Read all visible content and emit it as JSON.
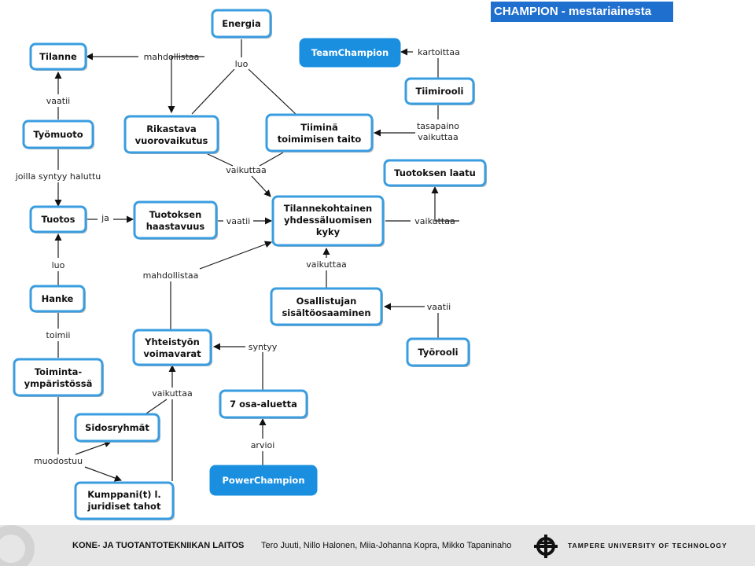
{
  "header": {
    "title": "CHAMPION - mestariainesta"
  },
  "nodes": {
    "energia": [
      "Energia"
    ],
    "tilanne": [
      "Tilanne"
    ],
    "teamchampion": [
      "TeamChampion"
    ],
    "tiimirooli": [
      "Tiimirooli"
    ],
    "tyomuoto": [
      "Työmuoto"
    ],
    "rikastava": [
      "Rikastava",
      "vuorovaikutus"
    ],
    "tiimina": [
      "Tiiminä",
      "toimimisen taito"
    ],
    "tuotoksen_laatu": [
      "Tuotoksen laatu"
    ],
    "tuotos": [
      "Tuotos"
    ],
    "haastavuus": [
      "Tuotoksen",
      "haastavuus"
    ],
    "tilannekohtainen": [
      "Tilannekohtainen",
      "yhdessäluomisen",
      "kyky"
    ],
    "hanke": [
      "Hanke"
    ],
    "osallistujan": [
      "Osallistujan",
      "sisältöosaaminen"
    ],
    "tyorooli": [
      "Työrooli"
    ],
    "yhteistyon": [
      "Yhteistyön",
      "voimavarat"
    ],
    "toimintaymp": [
      "Toiminta-",
      "ympäristössä"
    ],
    "sidosryhmat": [
      "Sidosryhmät"
    ],
    "osa_alueetta": [
      "7 osa-aluetta"
    ],
    "kumppani": [
      "Kumppani(t) l.",
      "juridiset tahot"
    ],
    "powerchampion": [
      "PowerChampion"
    ]
  },
  "links": {
    "mahdollistaa_1": "mahdollistaa",
    "luo_1": "luo",
    "kartoittaa": "kartoittaa",
    "vaatii_1": "vaatii",
    "tasapaino": [
      "tasapaino",
      "vaikuttaa"
    ],
    "joilla": "joilla syntyy haluttu",
    "vaikuttaa_1": "vaikuttaa",
    "ja": "ja",
    "vaatii_2": "vaatii",
    "vaikuttaa_2": "vaikuttaa",
    "luo_2": "luo",
    "mahdollistaa_2": "mahdollistaa",
    "vaikuttaa_3": "vaikuttaa",
    "vaatii_3": "vaatii",
    "toimii": "toimii",
    "syntyy": "syntyy",
    "vaikuttaa_4": "vaikuttaa",
    "muodostuu": "muodostuu",
    "arvioi": "arvioi"
  },
  "footer": {
    "department": "KONE- JA TUOTANTOTEKNIIKAN LAITOS",
    "authors": "Tero Juuti, Nillo Halonen, Miia-Johanna Kopra, Mikko Tapaninaho",
    "university": "TAMPERE UNIVERSITY OF TECHNOLOGY"
  },
  "colors": {
    "node_border": "#3a9de0",
    "node_fill_dark": "#1a8fe0",
    "title_bg": "#1f6fcf",
    "footer_bg": "#e6e6e6"
  },
  "icons": {
    "footer_logo": "tut-gear-logo"
  }
}
